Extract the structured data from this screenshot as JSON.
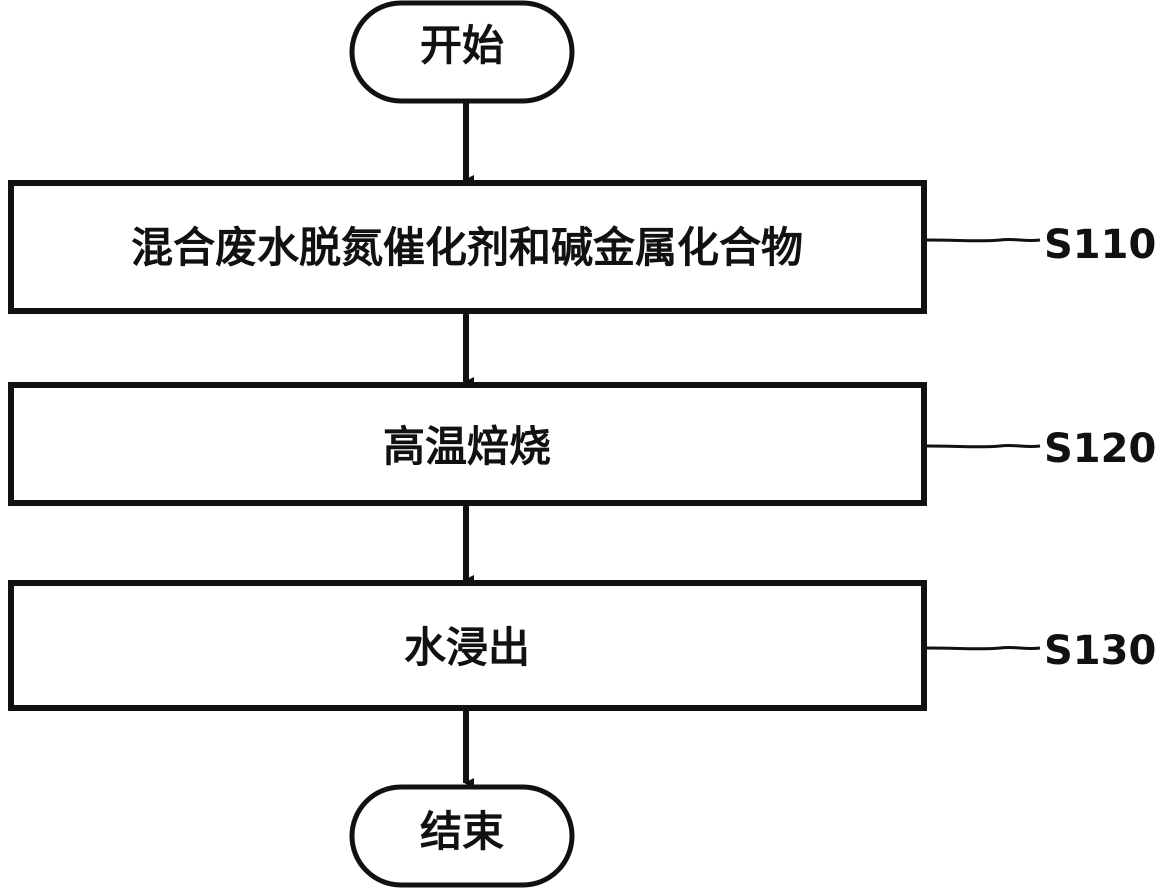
{
  "flowchart": {
    "start": "开始",
    "steps": [
      {
        "text": "混合废水脱氮催化剂和碱金属化合物",
        "label": "S110"
      },
      {
        "text": "高温焙烧",
        "label": "S120"
      },
      {
        "text": "水浸出",
        "label": "S130"
      }
    ],
    "end": "结束"
  }
}
